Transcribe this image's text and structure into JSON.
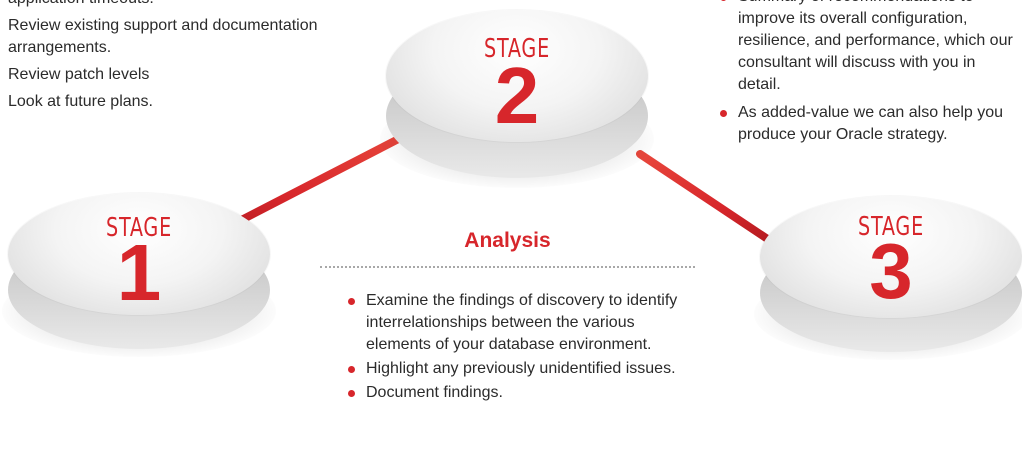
{
  "colors": {
    "accent": "#d7262b",
    "text": "#2b2b2b",
    "connector": "#c81e24"
  },
  "stages": [
    {
      "word": "STAGE",
      "number": "1"
    },
    {
      "word": "STAGE",
      "number": "2"
    },
    {
      "word": "STAGE",
      "number": "3"
    }
  ],
  "discovery": {
    "items": [
      "application timeouts.",
      "Review existing support and documentation arrangements.",
      "Review patch levels",
      "Look at future plans."
    ]
  },
  "analysis": {
    "heading": "Analysis",
    "bullets": [
      "Examine the findings of discovery to identify interrelationships between the various elements of your database environment.",
      "Highlight any previously unidentified issues.",
      "Document findings."
    ]
  },
  "recommendations": {
    "bullets": [
      "Summary of recommendations to improve its overall configuration, resilience, and performance, which our consultant will discuss with you in detail.",
      "As added-value we can also help you produce your Oracle strategy."
    ]
  }
}
